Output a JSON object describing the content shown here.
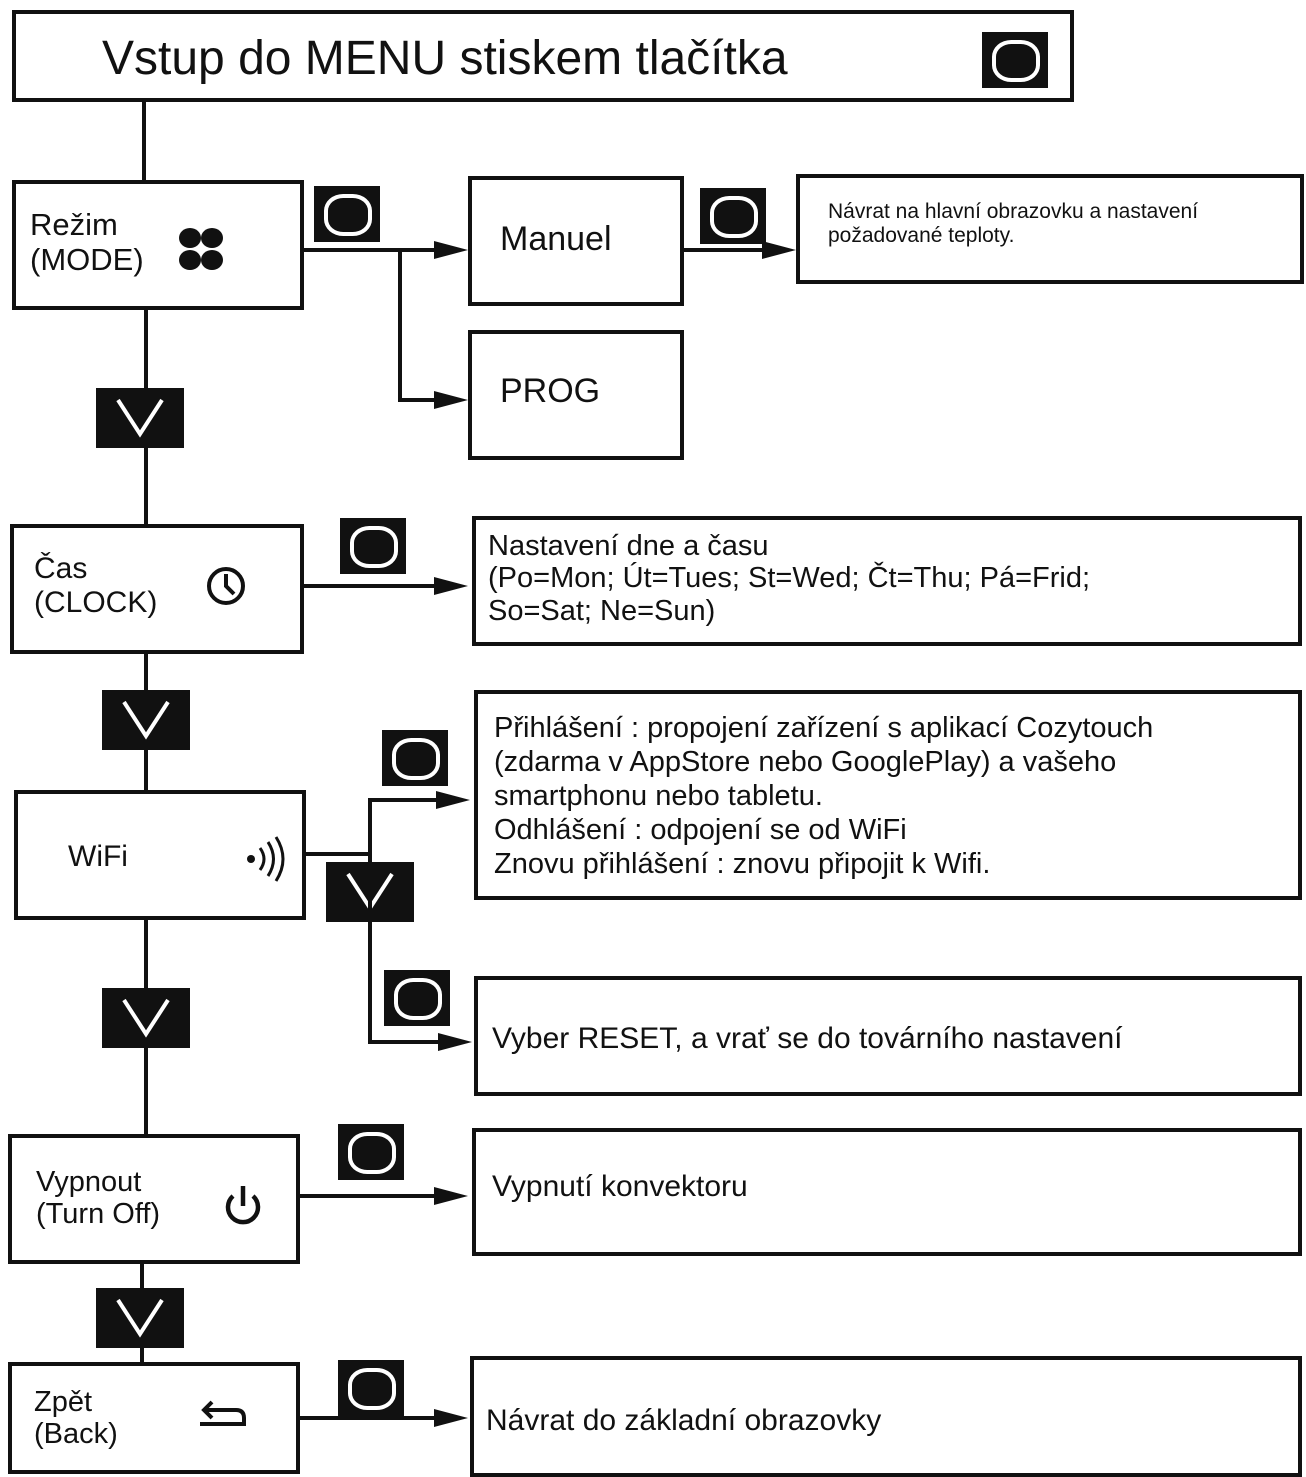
{
  "header": {
    "title": "Vstup do MENU stiskem tlačítka"
  },
  "menu": {
    "mode": {
      "label": "Režim\n(MODE)",
      "icon": "mode-icon"
    },
    "manual": {
      "label": "Manuel"
    },
    "prog": {
      "label": "PROG"
    },
    "manual_desc": "Návrat na hlavní obrazovku a nastavení\npožadované teploty.",
    "clock": {
      "label": "Čas\n(CLOCK)",
      "icon": "clock-icon"
    },
    "clock_desc": "Nastavení dne a času\n(Po=Mon; Út=Tues; St=Wed; Čt=Thu; Pá=Frid;\nSo=Sat; Ne=Sun)",
    "wifi": {
      "label": "WiFi",
      "icon": "wifi-icon"
    },
    "wifi_desc": "Přihlášení : propojení zařízení s aplikací Cozytouch\n(zdarma v AppStore nebo GooglePlay) a vašeho\nsmartphonu nebo tabletu.\nOdhlášení : odpojení se od WiFi\nZnovu přihlášení : znovu připojit k Wifi.",
    "reset_desc": "Vyber RESET, a vrať se do továrního nastavení",
    "off": {
      "label": "Vypnout\n(Turn Off)",
      "icon": "power-icon"
    },
    "off_desc": "Vypnutí konvektoru",
    "back": {
      "label": "Zpět\n(Back)",
      "icon": "back-arrow-icon"
    },
    "back_desc": "Návrat do základní obrazovky"
  },
  "colors": {
    "ink": "#111111",
    "paper": "#ffffff"
  }
}
